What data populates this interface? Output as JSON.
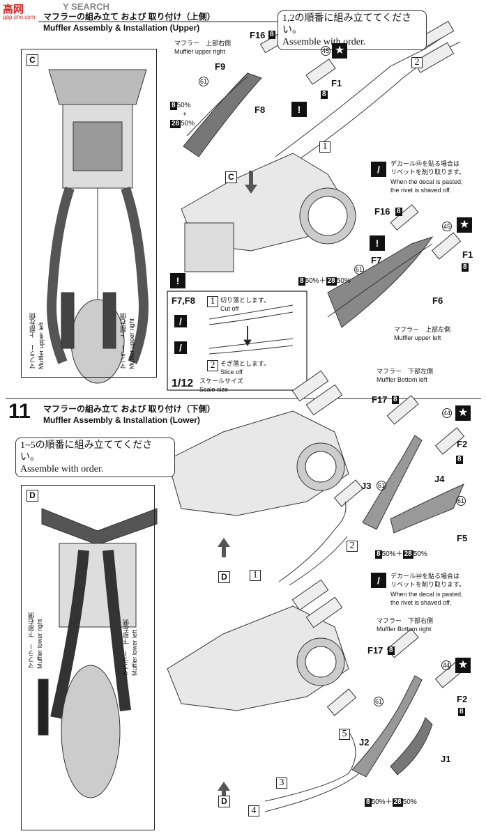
{
  "watermark": {
    "brand_cn": "高",
    "brand_cn2": "网",
    "sub": "gap-sho.com",
    "search": "Y SEARCH"
  },
  "step10": {
    "title_jp": "マフラーの組み立て および 取り付け（上側）",
    "title_en": "Muffler Assembly & Installation (Upper)",
    "order_jp": "1,2の順番に組み立ててください。",
    "order_en": "Assemble with order.",
    "panel_label": "C",
    "view_label": "C",
    "upper_right_jp": "マフラー　上部右側",
    "upper_right_en": "Muffler upper right",
    "upper_left_jp": "マフラー　上部左側",
    "upper_left_en": "Muffler upper left",
    "panel_right_jp": "マフラー　上部右側",
    "panel_right_en": "Muffler upper right",
    "panel_left_jp": "マフラー　上部左側",
    "panel_left_en": "Muffler upper left",
    "parts": [
      "F16",
      "F9",
      "F8",
      "F1",
      "F7",
      "F6"
    ],
    "decal_45": "45",
    "num_61": "61",
    "num_8": "8",
    "num_28": "28",
    "paint_a": "50%",
    "plus": "+",
    "paint_b": "50%",
    "mix_line": "50%＋",
    "decal_note_jp1": "デカール㊺を貼る場合は",
    "decal_note_jp2": "リベットを削り取ります。",
    "decal_note_en1": "When the decal is pasted,",
    "decal_note_en2": "the rivet is shaved off.",
    "seq": [
      "1",
      "2"
    ]
  },
  "cut_box": {
    "parts_label": "F7,F8",
    "step1_jp": "切り落とします。",
    "step1_en": "Cut off",
    "step2_jp": "そぎ落とします。",
    "step2_en": "Slice off",
    "scale": "1/12",
    "scale_jp": "スケールサイズ",
    "scale_en": "Scale size",
    "n1": "1",
    "n2": "2"
  },
  "step11": {
    "number": "11",
    "title_jp": "マフラーの組み立て および 取り付け（下側）",
    "title_en": "Muffler Assembly & Installation (Lower)",
    "order_jp": "1~5の順番に組み立ててください。",
    "order_en": "Assemble with order.",
    "panel_label": "D",
    "view_label": "D",
    "bottom_left_jp": "マフラー　下部左側",
    "bottom_left_en": "Muffler Bottom left",
    "bottom_right_jp": "マフラー　下部右側",
    "bottom_right_en": "Muffler Bottom right",
    "panel_lower_right_jp": "マフラー　下部右側",
    "panel_lower_right_en": "Muffler lower right",
    "panel_lower_left_jp": "マフラー　下部左側",
    "panel_lower_left_en": "Muffler lower left",
    "parts_top": [
      "F17",
      "F2",
      "J3",
      "J4",
      "F5"
    ],
    "parts_bottom": [
      "F17",
      "F2",
      "J2",
      "J1"
    ],
    "decal_44": "44",
    "num_61": "61",
    "num_8": "8",
    "num_28": "28",
    "mix": "50%＋",
    "mix_end": "50%",
    "decal_note_jp1": "デカール㊹を貼る場合は",
    "decal_note_jp2": "リベットを削り取ります。",
    "decal_note_en1": "When the decal is pasted,",
    "decal_note_en2": "the rivet is shaved off.",
    "seq": [
      "1",
      "2",
      "3",
      "4",
      "5"
    ]
  }
}
